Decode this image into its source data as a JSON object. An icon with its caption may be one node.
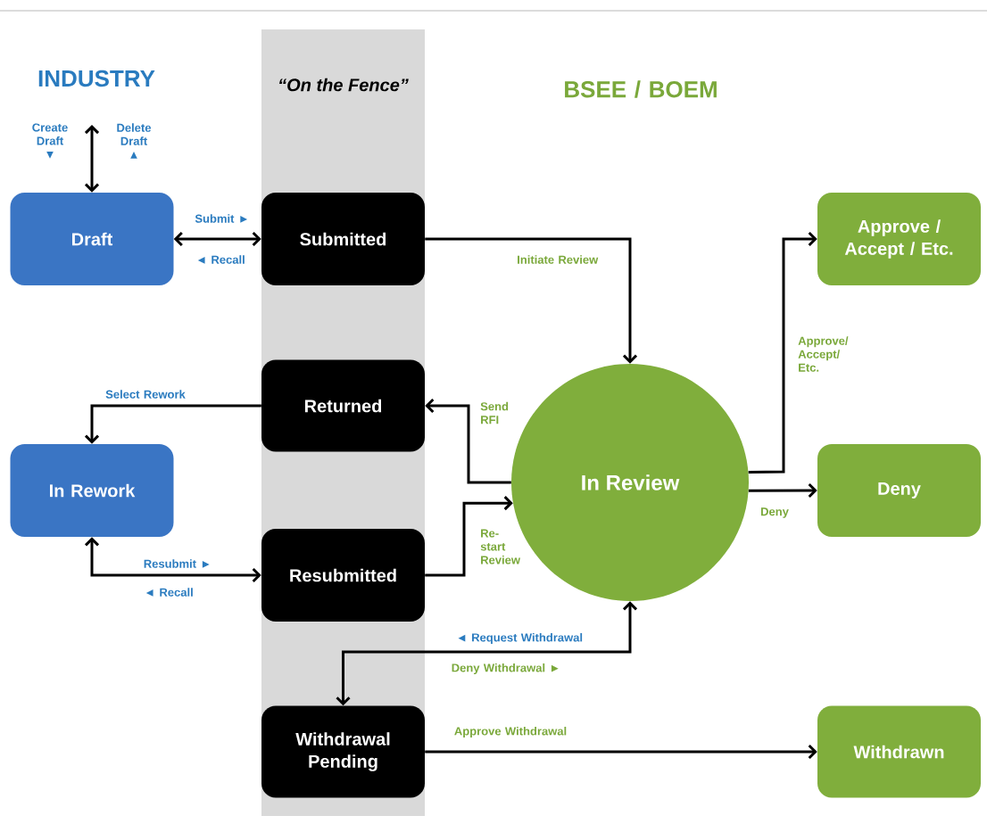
{
  "diagram": {
    "nodes": [
      {
        "text": [
          "“On the Fence”"
        ]
      },
      {
        "text": [
          "Draft"
        ]
      },
      {
        "text": [
          "Submitted"
        ],
        "in": 0
      },
      {
        "text": [
          "Approve / Accept / Etc."
        ]
      },
      {
        "text": [
          "Returned"
        ],
        "in": 0
      },
      {
        "text": [
          "In Review"
        ]
      },
      {
        "text": [
          "In Rework"
        ]
      },
      {
        "text": [
          "Deny"
        ]
      },
      {
        "text": [
          "Resubmitted"
        ],
        "in": 0
      },
      {
        "text": [
          "Withdrawal Pending"
        ],
        "in": 0
      },
      {
        "text": [
          "Withdrawn"
        ]
      }
    ],
    "edges": [
      {
        "from": null,
        "to": 1,
        "arrow": "both"
      },
      {
        "from": 1,
        "to": 2,
        "arrow": "both"
      },
      {
        "from": 2,
        "to": 5,
        "arrow": "to",
        "label": "Initiate Review"
      },
      {
        "from": 5,
        "to": 4,
        "arrow": "to",
        "label": "Send RFI"
      },
      {
        "from": 4,
        "to": 6,
        "arrow": "to",
        "label": "Select Rework"
      },
      {
        "from": 6,
        "to": 8,
        "arrow": "both"
      },
      {
        "from": 8,
        "to": 5,
        "arrow": "to",
        "label": "Re-start Review"
      },
      {
        "from": 5,
        "to": 3,
        "arrow": "to",
        "label": "Approve/ Accept/ Etc."
      },
      {
        "from": 5,
        "to": 7,
        "arrow": "to",
        "label": "Deny"
      },
      {
        "from": 5,
        "to": 9,
        "arrow": "both"
      },
      {
        "from": 9,
        "to": 10,
        "arrow": "to",
        "label": "Approve Withdrawal"
      }
    ],
    "labels": [
      "INDUSTRY",
      "BSEE / BOEM",
      "Create Draft ▼",
      "Delete Draft ▲",
      "Submit ►",
      "◄ Recall",
      "Resubmit ►",
      "◄ Recall",
      "◄ Request Withdrawal",
      "Deny Withdrawal ►"
    ]
  }
}
